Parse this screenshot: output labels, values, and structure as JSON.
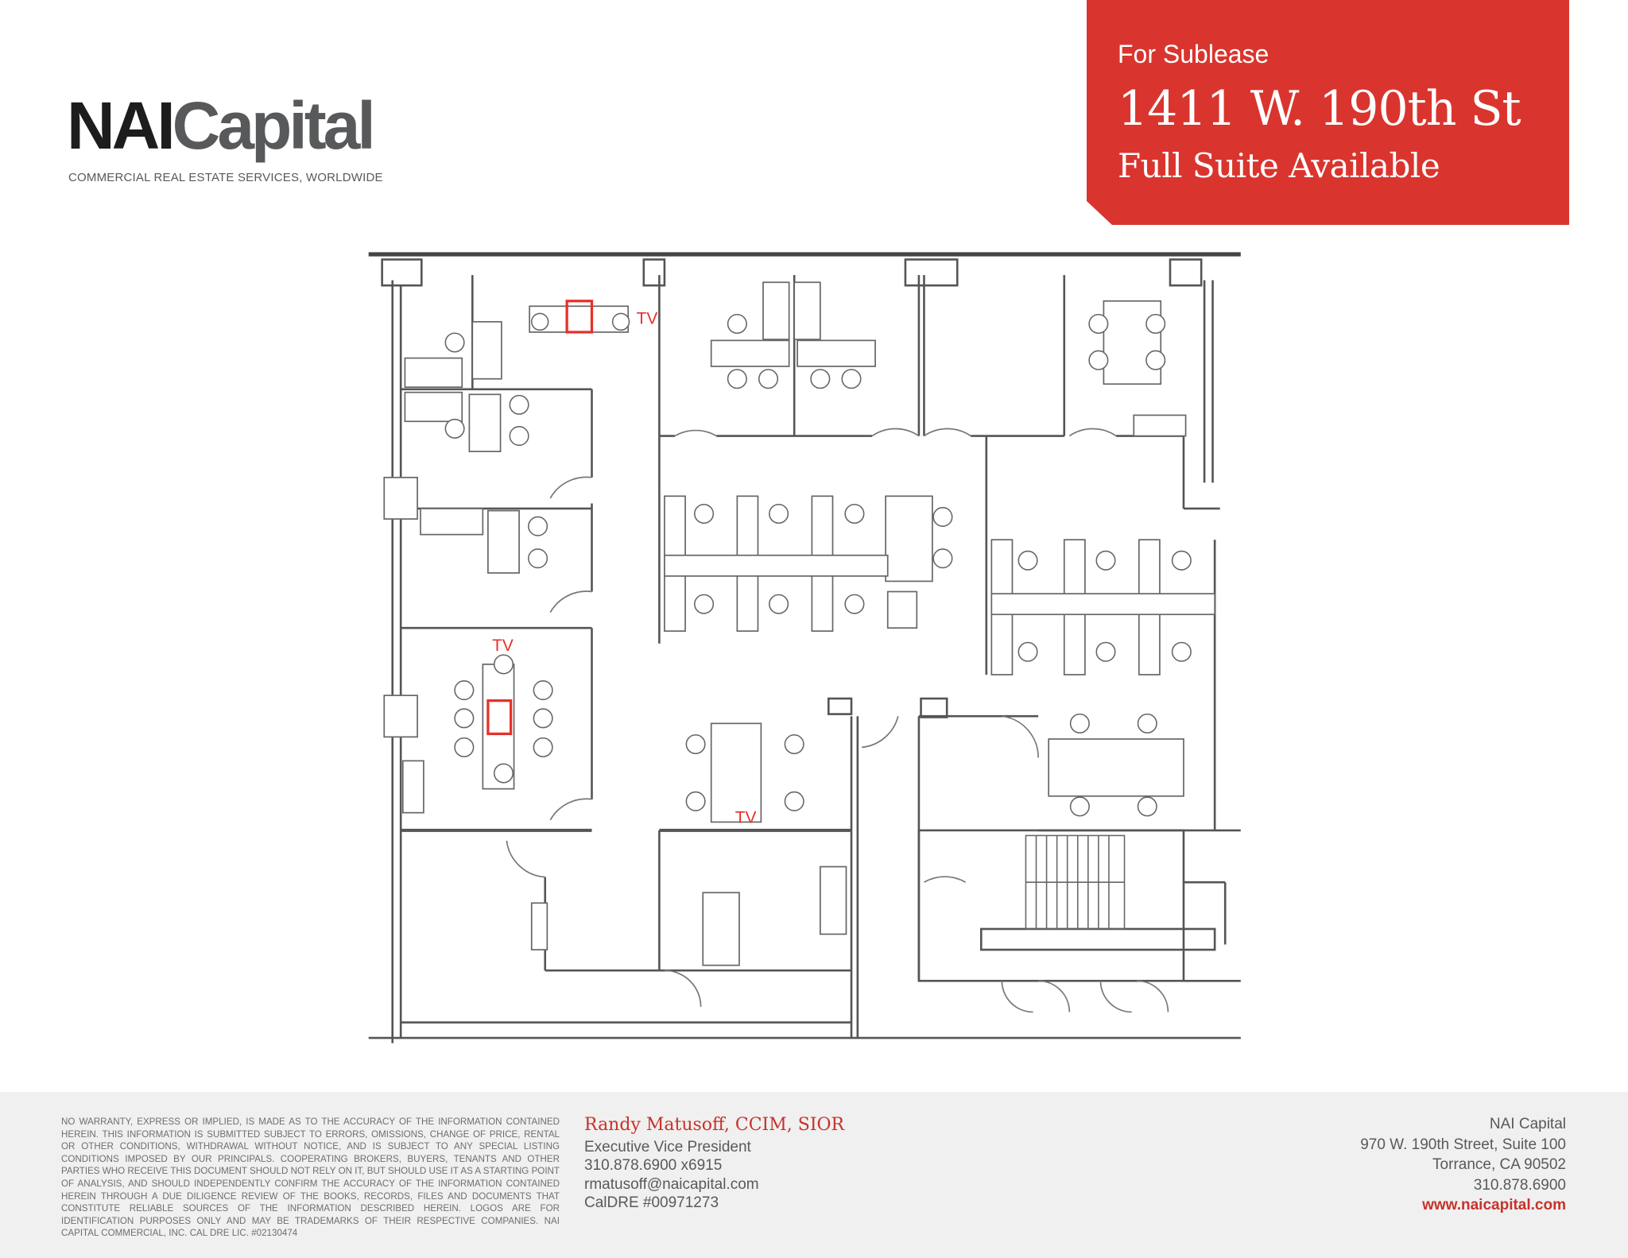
{
  "banner": {
    "kicker": "For Sublease",
    "address": "1411 W. 190th St",
    "subtitle": "Full Suite Available",
    "color": "#d9352e"
  },
  "logo": {
    "brand_nai": "NAI",
    "brand_capital": "Capital",
    "tagline": "COMMERCIAL REAL ESTATE SERVICES, WORLDWIDE"
  },
  "floorplan": {
    "tv_labels": [
      "TV",
      "TV",
      "TV"
    ],
    "highlight_color": "#e8302a"
  },
  "footer": {
    "disclaimer": "No warranty, express or implied, is made as to the accuracy of the information contained herein. This information is submitted subject to errors, omissions, change of price, rental or other conditions, withdrawal without notice, and is subject to any special listing conditions imposed by our principals. Cooperating brokers, buyers, tenants and other parties who receive this document should not rely on it, but should use it as a starting point of analysis, and should independently confirm the accuracy of the information contained herein through a due diligence review of the books, records, files and documents that constitute reliable sources of the information described herein. Logos are for identification purposes only and may be trademarks of their respective companies. NAI Capital Commercial, Inc. Cal DRE Lic. #02130474",
    "contact": {
      "name": "Randy Matusoff, CCIM, SIOR",
      "title": "Executive Vice President",
      "phone": "310.878.6900 x6915",
      "email": "rmatusoff@naicapital.com",
      "license": "CalDRE #00971273"
    },
    "office": {
      "company": "NAI Capital",
      "street": "970 W. 190th Street, Suite 100",
      "city": "Torrance, CA 90502",
      "phone": "310.878.6900",
      "website": "www.naicapital.com"
    }
  }
}
